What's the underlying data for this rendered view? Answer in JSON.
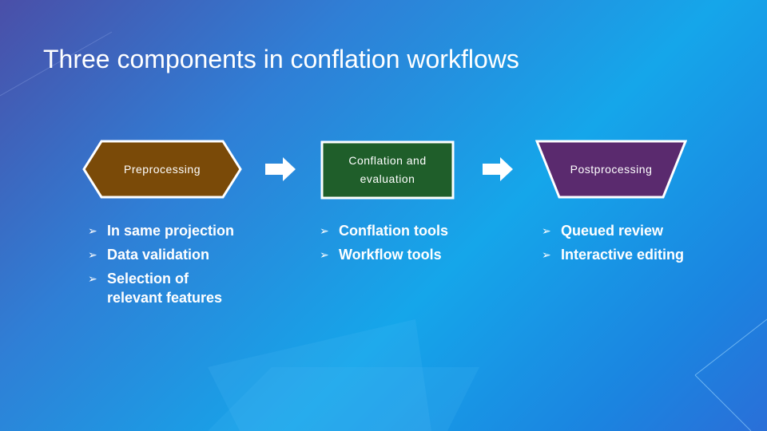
{
  "title": "Three components in conflation workflows",
  "components": [
    {
      "label": "Preprocessing",
      "fill": "#7a4a08",
      "bullets": [
        "In same projection",
        "Data validation",
        "Selection of relevant features"
      ]
    },
    {
      "label": "Conflation and evaluation",
      "fill": "#1f5e2a",
      "bullets": [
        "Conflation tools",
        "Workflow tools"
      ]
    },
    {
      "label": "Postprocessing",
      "fill": "#5a2a6e",
      "bullets": [
        "Queued review",
        "Interactive editing"
      ]
    }
  ],
  "bullet_glyph": "➢",
  "colors": {
    "text": "#ffffff",
    "shape_border": "#ffffff",
    "arrow": "#ffffff"
  }
}
